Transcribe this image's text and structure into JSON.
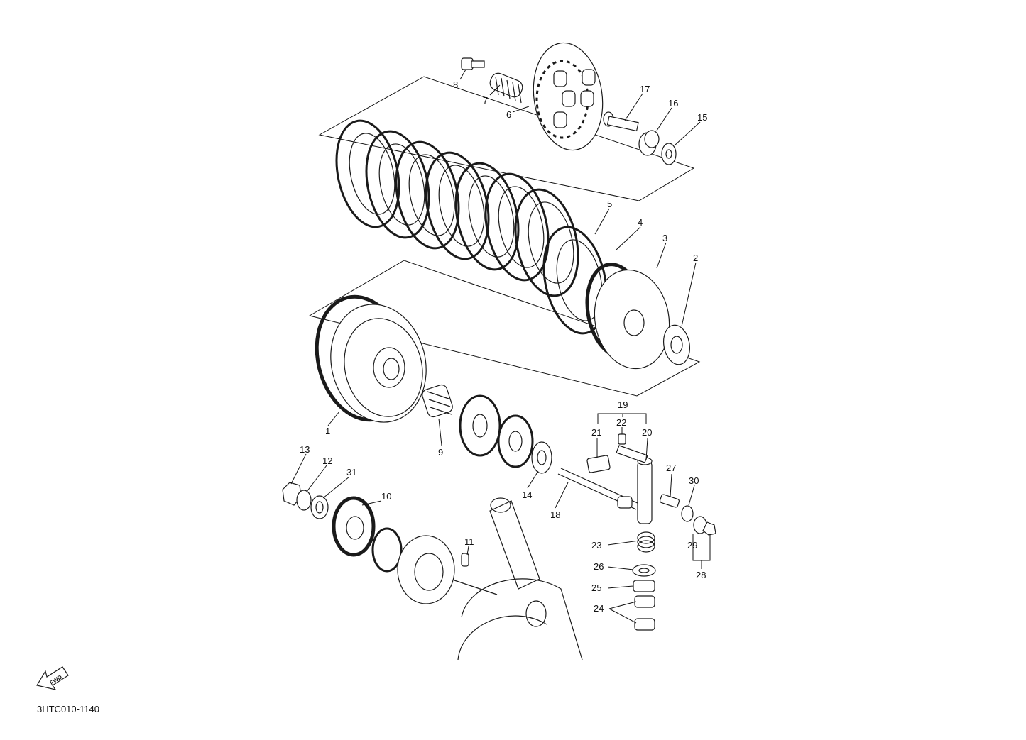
{
  "callouts": [
    {
      "id": "1",
      "text": "1"
    },
    {
      "id": "2",
      "text": "2"
    },
    {
      "id": "3",
      "text": "3"
    },
    {
      "id": "4",
      "text": "4"
    },
    {
      "id": "5",
      "text": "5"
    },
    {
      "id": "6",
      "text": "6"
    },
    {
      "id": "7",
      "text": "7"
    },
    {
      "id": "8",
      "text": "8"
    },
    {
      "id": "9",
      "text": "9"
    },
    {
      "id": "10",
      "text": "10"
    },
    {
      "id": "11",
      "text": "11"
    },
    {
      "id": "12",
      "text": "12"
    },
    {
      "id": "13",
      "text": "13"
    },
    {
      "id": "14",
      "text": "14"
    },
    {
      "id": "15",
      "text": "15"
    },
    {
      "id": "16",
      "text": "16"
    },
    {
      "id": "17",
      "text": "17"
    },
    {
      "id": "18",
      "text": "18"
    },
    {
      "id": "19",
      "text": "19"
    },
    {
      "id": "20",
      "text": "20"
    },
    {
      "id": "21",
      "text": "21"
    },
    {
      "id": "22",
      "text": "22"
    },
    {
      "id": "23",
      "text": "23"
    },
    {
      "id": "24",
      "text": "24"
    },
    {
      "id": "25",
      "text": "25"
    },
    {
      "id": "26",
      "text": "26"
    },
    {
      "id": "27",
      "text": "27"
    },
    {
      "id": "28",
      "text": "28"
    },
    {
      "id": "29",
      "text": "29"
    },
    {
      "id": "30",
      "text": "30"
    },
    {
      "id": "31",
      "text": "31"
    }
  ],
  "fwd_label": "FWD",
  "diagram_code": "3HTC010-1140"
}
